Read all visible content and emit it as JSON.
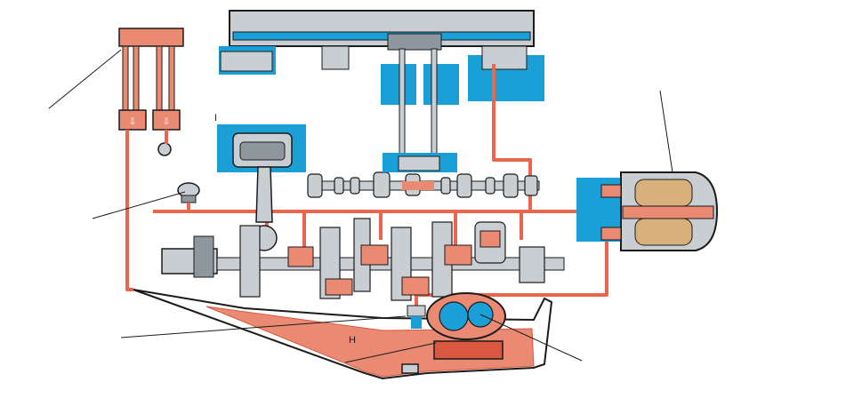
{
  "diagram": {
    "colors": {
      "oil": "#ea8a72",
      "oil_dark": "#d9583f",
      "oil_line": "#e8674d",
      "metal": "#c9ced3",
      "metal_dark": "#8e979e",
      "blue": "#1aa0d6",
      "outline": "#1b1b1b",
      "filter_element": "#d8b07c",
      "background": "#ffffff"
    },
    "components": [
      "oil-pressure-gauge",
      "oil-pressure-sensor",
      "oil-filter",
      "oil-pump",
      "oil-pump-pickup",
      "oil-sump",
      "crankshaft",
      "camshaft",
      "rocker-shaft",
      "piston",
      "main-oil-gallery"
    ],
    "small_marks": [
      {
        "id": "mark-1",
        "text": "I"
      },
      {
        "id": "mark-2",
        "text": "H"
      }
    ]
  }
}
